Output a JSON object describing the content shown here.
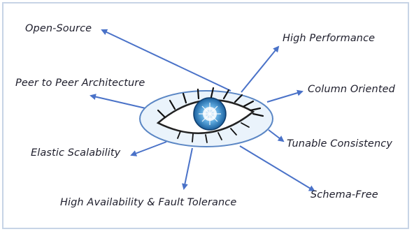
{
  "labels": {
    "open_source": "Open-Source",
    "high_performance": "High Performance",
    "peer_to_peer": "Peer to Peer Architecture",
    "column_oriented": "Column Oriented",
    "tunable_consistency": "Tunable Consistency",
    "elastic_scalability": "Elastic Scalability",
    "schema_free": "Schema-Free",
    "high_availability": "High Availability & Fault Tolerance"
  },
  "colors": {
    "arrow": "#4a72c8",
    "iris": "#3a86c8",
    "ellipse_fill": "#eaf3fb",
    "text": "#1e1e2c"
  },
  "icons": {
    "center": "eye-icon"
  }
}
